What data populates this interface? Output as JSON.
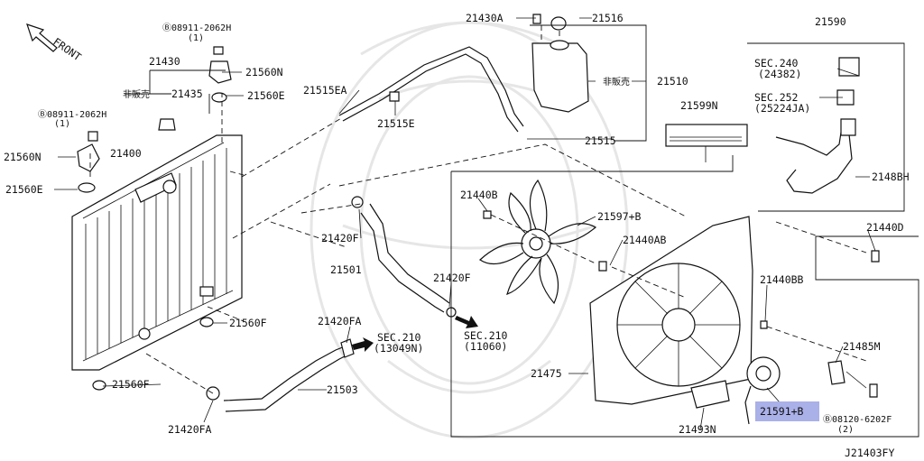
{
  "diagram": {
    "front_label": "FRONT",
    "diagram_code": "J21403FY",
    "highlight_color": "#aab0e8",
    "parts": {
      "p21430A": "21430A",
      "p21516": "21516",
      "p21590": "21590",
      "p08911_top": "Ⓑ08911-2062H",
      "p08911_top_qty": "(1)",
      "p21430": "21430",
      "p21560N_top": "21560N",
      "p21560E_top": "21560E",
      "hanbai_1": "非販売",
      "p21435": "21435",
      "p21515EA": "21515EA",
      "p21515E": "21515E",
      "hanbai_2": "非販売",
      "p21510": "21510",
      "sec240": "SEC.240",
      "sec240_sub": "(24382)",
      "sec252": "SEC.252",
      "sec252_sub": "(25224JA)",
      "p08911_left": "Ⓑ08911-2062H",
      "p08911_left_qty": "(1)",
      "p21599N": "21599N",
      "p21515": "21515",
      "p21560N_left": "21560N",
      "p21400": "21400",
      "p21488H": "2148BH",
      "p21560E_left": "21560E",
      "p21440B": "21440B",
      "p21597B": "21597+B",
      "p21420F_top": "21420F",
      "p21440D": "21440D",
      "p21440AB": "21440AB",
      "p21501": "21501",
      "p21420F_mid": "21420F",
      "p21440BB": "21440BB",
      "p21560F_mid": "21560F",
      "p21420FA_top": "21420FA",
      "sec210_a": "SEC.210",
      "sec210_a_sub": "(13049N)",
      "sec210_b": "SEC.210",
      "sec210_b_sub": "(11060)",
      "p21485M": "21485M",
      "p21475": "21475",
      "p21560F_bot": "21560F",
      "p21503": "21503",
      "p21591B": "21591+B",
      "p08120": "Ⓑ08120-6202F",
      "p08120_qty": "(2)",
      "p21420FA_bot": "21420FA",
      "p21493N": "21493N"
    }
  }
}
